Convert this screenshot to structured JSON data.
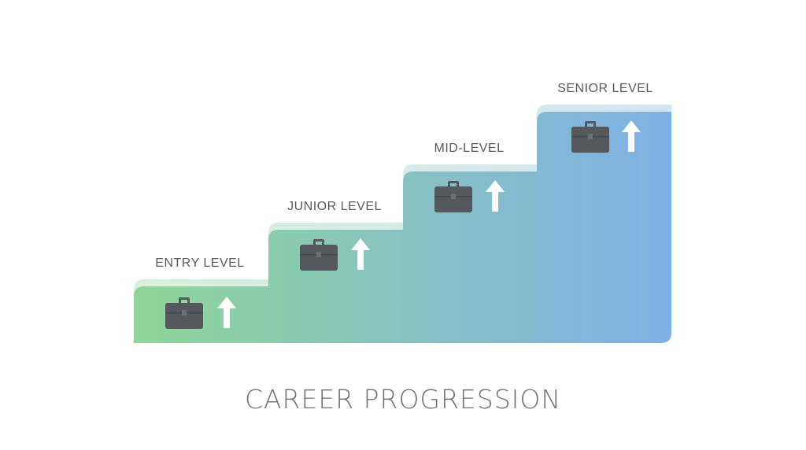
{
  "diagram": {
    "title": "CAREER PROGRESSION",
    "steps": [
      {
        "label": "ENTRY LEVEL",
        "icons": [
          "briefcase-icon",
          "up-arrow-icon"
        ]
      },
      {
        "label": "JUNIOR LEVEL",
        "icons": [
          "briefcase-icon",
          "up-arrow-icon"
        ]
      },
      {
        "label": "MID-LEVEL",
        "icons": [
          "briefcase-icon",
          "up-arrow-icon"
        ]
      },
      {
        "label": "SENIOR LEVEL",
        "icons": [
          "briefcase-icon",
          "up-arrow-icon"
        ]
      }
    ],
    "colors": {
      "gradient_start": "#8fd59a",
      "gradient_end": "#7fb0e6",
      "step_top": "#d8efdc",
      "briefcase": "#55585c",
      "arrow": "#ffffff",
      "label_text": "#555a5e",
      "title_text": "#6f7377"
    }
  }
}
